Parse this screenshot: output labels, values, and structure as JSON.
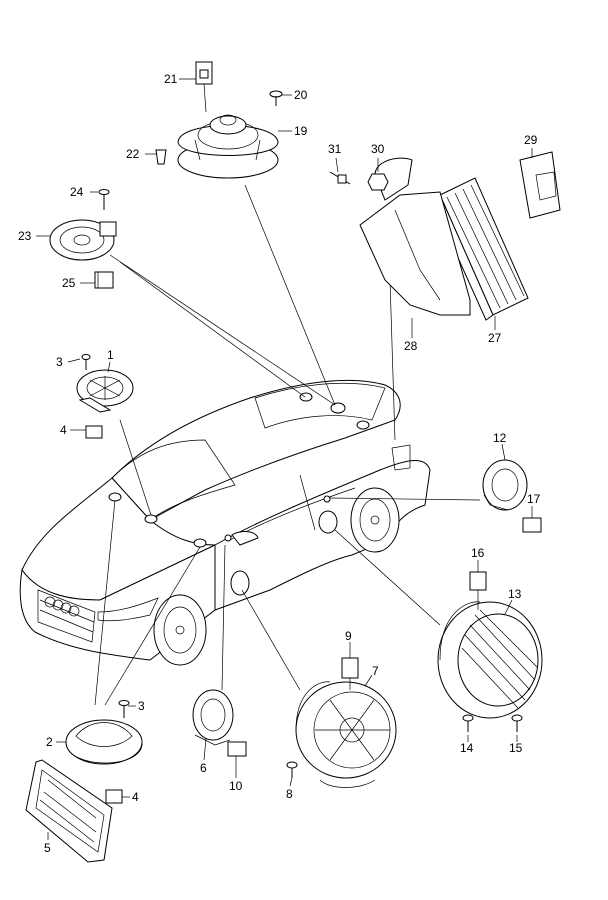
{
  "callouts": [
    {
      "id": "c1",
      "text": "1"
    },
    {
      "id": "c2",
      "text": "2"
    },
    {
      "id": "c3a",
      "text": "3"
    },
    {
      "id": "c3b",
      "text": "3"
    },
    {
      "id": "c4a",
      "text": "4"
    },
    {
      "id": "c4b",
      "text": "4"
    },
    {
      "id": "c5",
      "text": "5"
    },
    {
      "id": "c6",
      "text": "6"
    },
    {
      "id": "c7",
      "text": "7"
    },
    {
      "id": "c8",
      "text": "8"
    },
    {
      "id": "c9",
      "text": "9"
    },
    {
      "id": "c10",
      "text": "10"
    },
    {
      "id": "c12",
      "text": "12"
    },
    {
      "id": "c13",
      "text": "13"
    },
    {
      "id": "c14",
      "text": "14"
    },
    {
      "id": "c15",
      "text": "15"
    },
    {
      "id": "c16",
      "text": "16"
    },
    {
      "id": "c17",
      "text": "17"
    },
    {
      "id": "c19",
      "text": "19"
    },
    {
      "id": "c20",
      "text": "20"
    },
    {
      "id": "c21",
      "text": "21"
    },
    {
      "id": "c22",
      "text": "22"
    },
    {
      "id": "c23",
      "text": "23"
    },
    {
      "id": "c24",
      "text": "24"
    },
    {
      "id": "c25",
      "text": "25"
    },
    {
      "id": "c27",
      "text": "27"
    },
    {
      "id": "c28",
      "text": "28"
    },
    {
      "id": "c29",
      "text": "29"
    },
    {
      "id": "c30",
      "text": "30"
    },
    {
      "id": "c31",
      "text": "31"
    }
  ],
  "parts": [
    "car-body",
    "rear-shelf-speaker",
    "door-speaker-front",
    "tweeter",
    "subwoofer-spare-wheel",
    "amplifier",
    "mounting-bracket",
    "grille",
    "connectors",
    "screws",
    "door-woofer-rear"
  ]
}
